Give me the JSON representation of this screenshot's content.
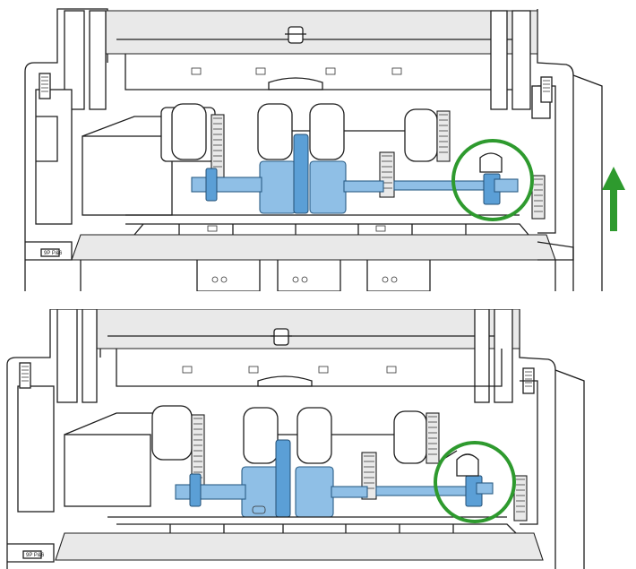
{
  "panels": [
    {
      "id": "top",
      "label_plate": "9P P&6"
    },
    {
      "id": "bottom",
      "label_plate": "9P P&6"
    }
  ],
  "highlight": {
    "shape": "circle",
    "color": "#2e9a2e"
  },
  "arrow": {
    "direction": "up",
    "color": "#2e9a2e"
  },
  "parts_color": "#8fbfe6"
}
